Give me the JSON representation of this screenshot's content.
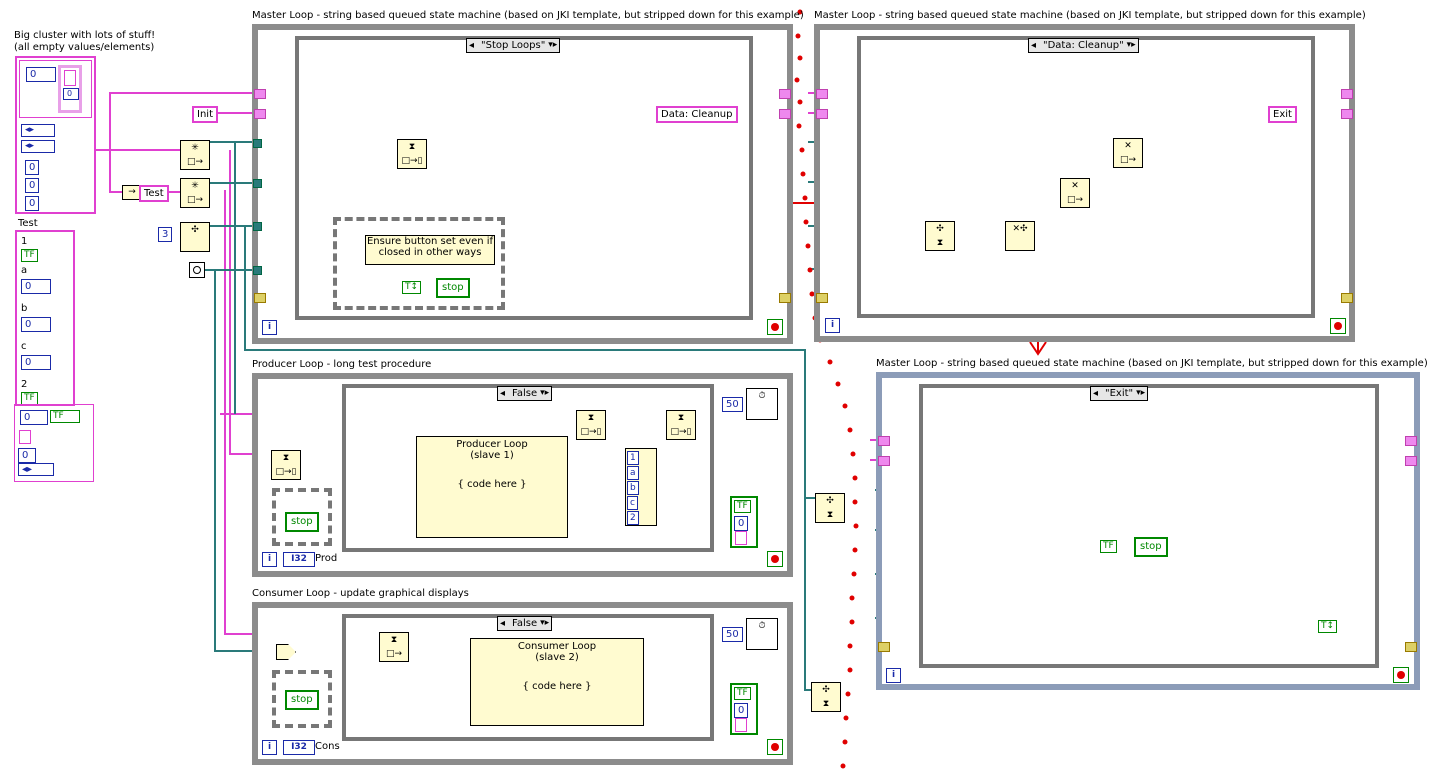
{
  "big_cluster": {
    "title_line1": "Big cluster with lots of stuff!",
    "title_line2": "(all empty values/elements)",
    "num_values": [
      "0",
      "0",
      "0",
      "0",
      "0"
    ],
    "enum_value": "◂▸"
  },
  "test_cluster": {
    "label": "Test",
    "elements": [
      {
        "label": "1",
        "value": ""
      },
      {
        "label": "a",
        "value": "0"
      },
      {
        "label": "b",
        "value": "0"
      },
      {
        "label": "c",
        "value": "0"
      },
      {
        "label": "2",
        "value": ""
      }
    ]
  },
  "constants": {
    "init": "Init",
    "test": "Test",
    "three": "3",
    "data_cleanup": "Data: Cleanup",
    "exit": "Exit",
    "fifty_1": "50",
    "fifty_2": "50",
    "num_0": "0"
  },
  "master_loop_1": {
    "title": "Master Loop  -  string based queued state machine  (based on JKI template, but stripped down for this example)",
    "case_selector": "\"Stop Loops\"",
    "comment": "Ensure button set even if closed in other ways",
    "stop_label": "stop"
  },
  "master_loop_2": {
    "title": "Master Loop  -  string based queued state machine  (based on JKI template, but stripped down for this example)",
    "case_selector": "\"Data: Cleanup\""
  },
  "master_loop_3": {
    "title": "Master Loop  -  string based queued state machine  (based on JKI template, but stripped down for this example)",
    "case_selector": "\"Exit\"",
    "stop_label": "stop"
  },
  "producer_loop": {
    "title": "Producer Loop  -  long test procedure",
    "case_selector": "False",
    "subvi_line1": "Producer Loop",
    "subvi_line2": "(slave 1)",
    "subvi_code": "{ code here }",
    "bundle_labels": [
      "1",
      "a",
      "b",
      "c",
      "2"
    ],
    "stop_label": "stop",
    "iter_type": "I32",
    "iter_label": "Prod"
  },
  "consumer_loop": {
    "title": "Consumer Loop  -  update graphical displays",
    "case_selector": "False",
    "subvi_line1": "Consumer Loop",
    "subvi_line2": "(slave 2)",
    "subvi_code": "{ code here }",
    "stop_label": "stop",
    "iter_type": "I32",
    "iter_label": "Cons"
  },
  "colors": {
    "string_wire": "#e040d0",
    "queue_wire": "#2a7a7a",
    "error_wire": "#b8a800",
    "loop_border": "#8c8c8c",
    "arrow": "#e00000"
  }
}
